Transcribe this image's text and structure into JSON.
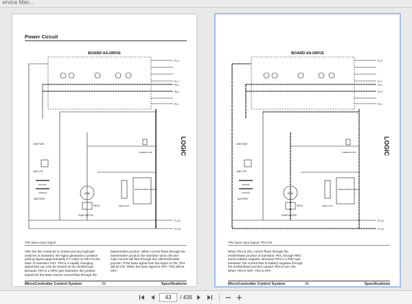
{
  "window": {
    "title": "ervice Man..."
  },
  "pages": {
    "left": {
      "title": "Power Circuit",
      "caption": "TR4 Base Input Signal",
      "col1": "After the line contactor is closed and any hydraulic switches is activated, the logics generates a positive pulsing signal (approximately 0.7 volts) on PB-2 to the base of transistor TR4. TR4 is a rapidly changing signal that can only be viewed on an oscilloscope. Because TR4 is a NPN type transistor, the positive signal into the base causes current flow through the",
      "col2": "base/emitter junction. When current flows through the base/emitter junction the transistor turns ON and main current will flow through the collector/emitter junction. If the base signal from the logics is ON, TR4 will be ON. When the base signal is OFF, TR4 will be OFF.",
      "footer_left": "MicroController Control System",
      "footer_page": "29",
      "footer_right": "Specifications"
    },
    "right": {
      "title": "",
      "caption": "TR4 Base Input Signal, TR4 ON",
      "col1": "When TR4 is ON, current flows through the emitter/base junction of transistor TR3, through RR2 and to battery negative. Because TR3 is a PNP type transistor, the current flow to battery negative through the emitter/base junction causes TR3 to turn ON. When TR4 is OFF, TR3 is OFF.",
      "col2": "",
      "footer_left": "MicroController Control System",
      "footer_page": "30",
      "footer_right": "Specifications"
    }
  },
  "diagram": {
    "board_label": "BOARD AS-DRIVE",
    "logic_label": "LOGIC",
    "labels": {
      "battery": "BATTERY",
      "line_fuse": "LINE FUSE",
      "line_ctr": "LINE CTR",
      "arm": "ARM",
      "field": "FIELD",
      "pump_motor": "PUMP MOTOR",
      "head_cap": "HEAD CAP",
      "drive_power_circuit": "DRIVE POWER CIRCUIT",
      "thermal_sw": "THERMAL SW",
      "pb": "PB",
      "p1_20": "P1-20",
      "p1_15": "P1-15",
      "p2_1": "P2-1",
      "p1_3": "P1-3",
      "p1_7": "P1-7",
      "p2_9": "P2-9",
      "p6_1": "P6-1",
      "p6_3": "P6-3"
    }
  },
  "toolbar": {
    "current_page": "43",
    "total_pages": "/ 436",
    "first_icon": "first-page-icon",
    "prev_icon": "prev-page-icon",
    "next_icon": "next-page-icon",
    "last_icon": "last-page-icon"
  }
}
